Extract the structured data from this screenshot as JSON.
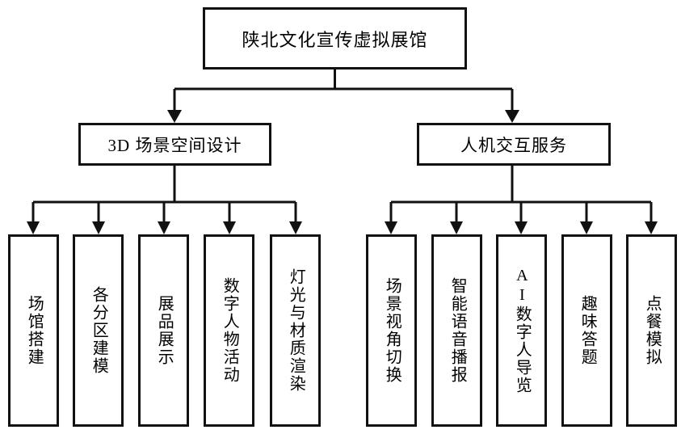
{
  "diagram": {
    "type": "organizational-tree",
    "title": "陕北文化宣传虚拟展馆",
    "colors": {
      "background": "#ffffff",
      "line": "#111111",
      "text": "#000000"
    },
    "root": {
      "label": "陕北文化宣传虚拟展馆"
    },
    "branches": [
      {
        "label": "3D 场景空间设计",
        "leaves": [
          {
            "label": "场馆搭建"
          },
          {
            "label": "各分区建模"
          },
          {
            "label": "展品展示"
          },
          {
            "label": "数字人物活动"
          },
          {
            "label": "灯光与材质渲染"
          }
        ]
      },
      {
        "label": "人机交互服务",
        "leaves": [
          {
            "label": "场景视角切换"
          },
          {
            "label": "智能语音播报"
          },
          {
            "label": "AI数字人导览"
          },
          {
            "label": "趣味答题"
          },
          {
            "label": "点餐模拟"
          }
        ]
      }
    ]
  }
}
